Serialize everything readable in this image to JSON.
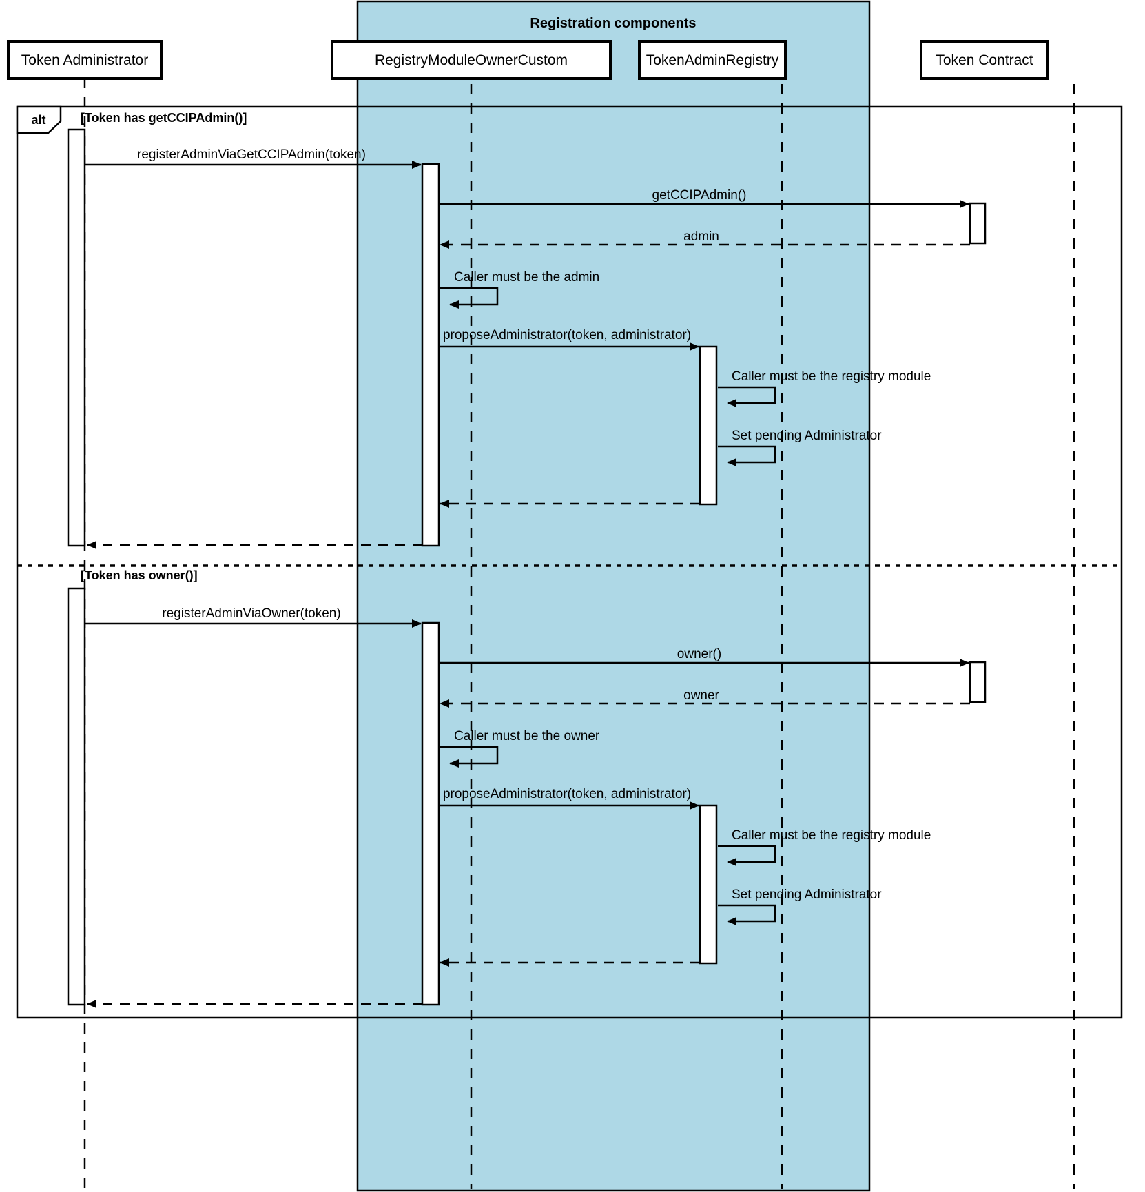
{
  "diagram": {
    "type": "uml-sequence-diagram",
    "colors": {
      "group_fill": "#aed8e6",
      "line": "#000000",
      "background": "#ffffff",
      "box_fill": "#ffffff"
    },
    "group_box": {
      "title": "Registration components",
      "members": [
        "RegistryModuleOwnerCustom",
        "TokenAdminRegistry"
      ]
    },
    "participants": [
      {
        "id": "admin",
        "label": "Token Administrator"
      },
      {
        "id": "rmoc",
        "label": "RegistryModuleOwnerCustom"
      },
      {
        "id": "tar",
        "label": "TokenAdminRegistry"
      },
      {
        "id": "token",
        "label": "Token Contract"
      }
    ],
    "frame": {
      "operator": "alt",
      "fragments": [
        {
          "guard": "[Token has getCCIPAdmin()]"
        },
        {
          "guard": "[Token has owner()]"
        }
      ]
    },
    "messages": [
      {
        "id": "m1",
        "label": "registerAdminViaGetCCIPAdmin(token)",
        "from": "admin",
        "to": "rmoc",
        "kind": "sync-call"
      },
      {
        "id": "m2",
        "label": "getCCIPAdmin()",
        "from": "rmoc",
        "to": "token",
        "kind": "sync-call"
      },
      {
        "id": "m3",
        "label": "admin",
        "from": "token",
        "to": "rmoc",
        "kind": "return"
      },
      {
        "id": "m4",
        "label": "Caller must be the admin",
        "from": "rmoc",
        "to": "rmoc",
        "kind": "self-call"
      },
      {
        "id": "m5",
        "label": "proposeAdministrator(token, administrator)",
        "from": "rmoc",
        "to": "tar",
        "kind": "sync-call"
      },
      {
        "id": "m6",
        "label": "Caller must be the registry module",
        "from": "tar",
        "to": "tar",
        "kind": "self-call"
      },
      {
        "id": "m7",
        "label": "Set pending Administrator",
        "from": "tar",
        "to": "tar",
        "kind": "self-call"
      },
      {
        "id": "m8",
        "label": "",
        "from": "tar",
        "to": "rmoc",
        "kind": "return"
      },
      {
        "id": "m9",
        "label": "",
        "from": "rmoc",
        "to": "admin",
        "kind": "return"
      },
      {
        "id": "m10",
        "label": "registerAdminViaOwner(token)",
        "from": "admin",
        "to": "rmoc",
        "kind": "sync-call"
      },
      {
        "id": "m11",
        "label": "owner()",
        "from": "rmoc",
        "to": "token",
        "kind": "sync-call"
      },
      {
        "id": "m12",
        "label": "owner",
        "from": "token",
        "to": "rmoc",
        "kind": "return"
      },
      {
        "id": "m13",
        "label": "Caller must be the owner",
        "from": "rmoc",
        "to": "rmoc",
        "kind": "self-call"
      },
      {
        "id": "m14",
        "label": "proposeAdministrator(token, administrator)",
        "from": "rmoc",
        "to": "tar",
        "kind": "sync-call"
      },
      {
        "id": "m15",
        "label": "Caller must be the registry module",
        "from": "tar",
        "to": "tar",
        "kind": "self-call"
      },
      {
        "id": "m16",
        "label": "Set pending Administrator",
        "from": "tar",
        "to": "tar",
        "kind": "self-call"
      },
      {
        "id": "m17",
        "label": "",
        "from": "tar",
        "to": "rmoc",
        "kind": "return"
      },
      {
        "id": "m18",
        "label": "",
        "from": "rmoc",
        "to": "admin",
        "kind": "return"
      }
    ]
  }
}
